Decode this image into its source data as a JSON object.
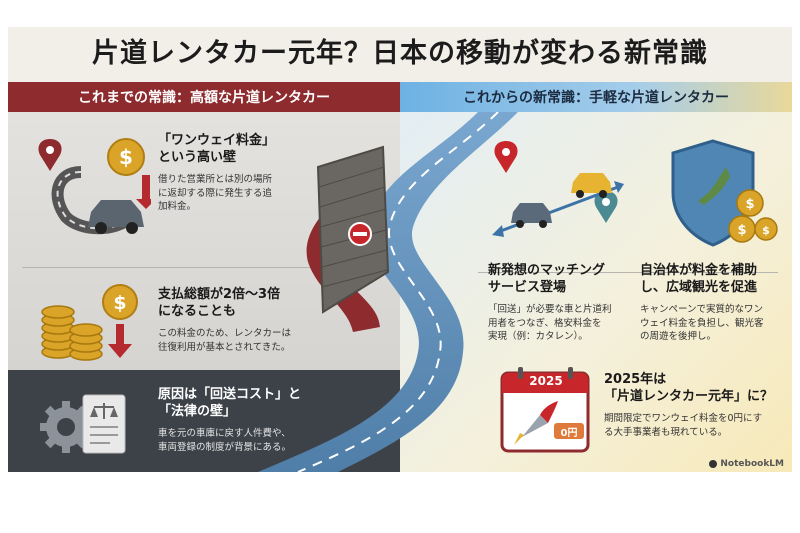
{
  "title": "片道レンタカー元年？日本の移動が変わる新常識",
  "left_header": "これまでの常識：高額な片道レンタカー",
  "right_header": "これからの新常識：手軽な片道レンタカー",
  "left_blocks": [
    {
      "heading": "「ワンウェイ料金」\nという高い壁",
      "body": "借りた営業所とは別の場所\nに返却する際に発生する追\n加料金。"
    },
    {
      "heading": "支払総額が2倍〜3倍\nになることも",
      "body": "この料金のため、レンタカーは\n往復利用が基本とされてきた。"
    },
    {
      "heading": "原因は「回送コスト」と\n「法律の壁」",
      "body": "車を元の車庫に戻す人件費や、\n車両登録の制度が背景にある。"
    }
  ],
  "right_blocks": [
    {
      "heading": "新発想のマッチング\nサービス登場",
      "body": "「回送」が必要な車と片道利\n用者をつなぎ、格安料金を\n実現（例：カタレン）。"
    },
    {
      "heading": "自治体が料金を補助\nし、広域観光を促進",
      "body": "キャンペーンで実質的なワン\nウェイ料金を負担し、観光客\nの周遊を後押し。"
    },
    {
      "heading": "2025年は\n「片道レンタカー元年」に？",
      "body": "期間限定でワンウェイ料金を0円にす\nる大手事業者も現れている。"
    }
  ],
  "calendar": {
    "year": "2025",
    "price_tag": "0円"
  },
  "credit": "NotebookLM",
  "colors": {
    "accent_red": "#8e2b2e",
    "coin_gold": "#d9a428",
    "road_blue": "#5f8fb8",
    "dark_panel": "#3d4249"
  }
}
